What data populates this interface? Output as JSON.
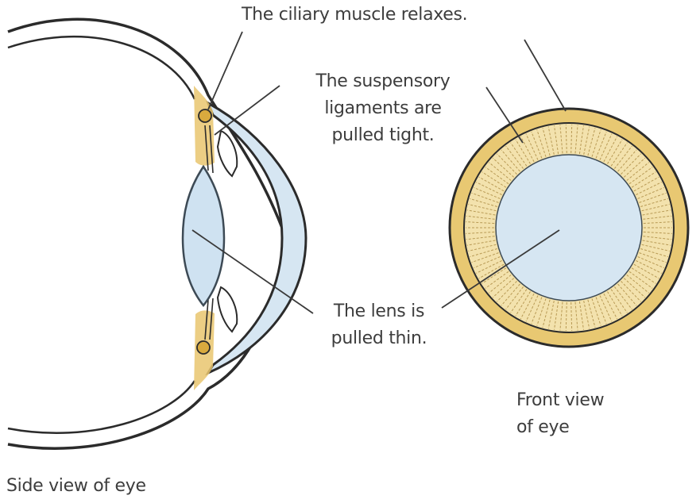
{
  "labels": {
    "ciliary_muscle": "The ciliary muscle relaxes.",
    "suspensory_line1": "The suspensory",
    "suspensory_line2": "ligaments are",
    "suspensory_line3": "pulled tight.",
    "lens_line1": "The lens is",
    "lens_line2": "pulled thin.",
    "front_view_line1": "Front view",
    "front_view_line2": "of eye",
    "side_view": "Side view of eye"
  },
  "colors": {
    "outline": "#2b2b2b",
    "cornea_fill": "#d6e6f2",
    "lens_fill": "#cfe2f1",
    "lens_stroke": "#3d4a55",
    "ciliary_fill": "#e9c56f",
    "ciliary_ring": "#d9aa3e",
    "ring_outer": "#e8c872",
    "leader_line": "#3a3a3a"
  }
}
